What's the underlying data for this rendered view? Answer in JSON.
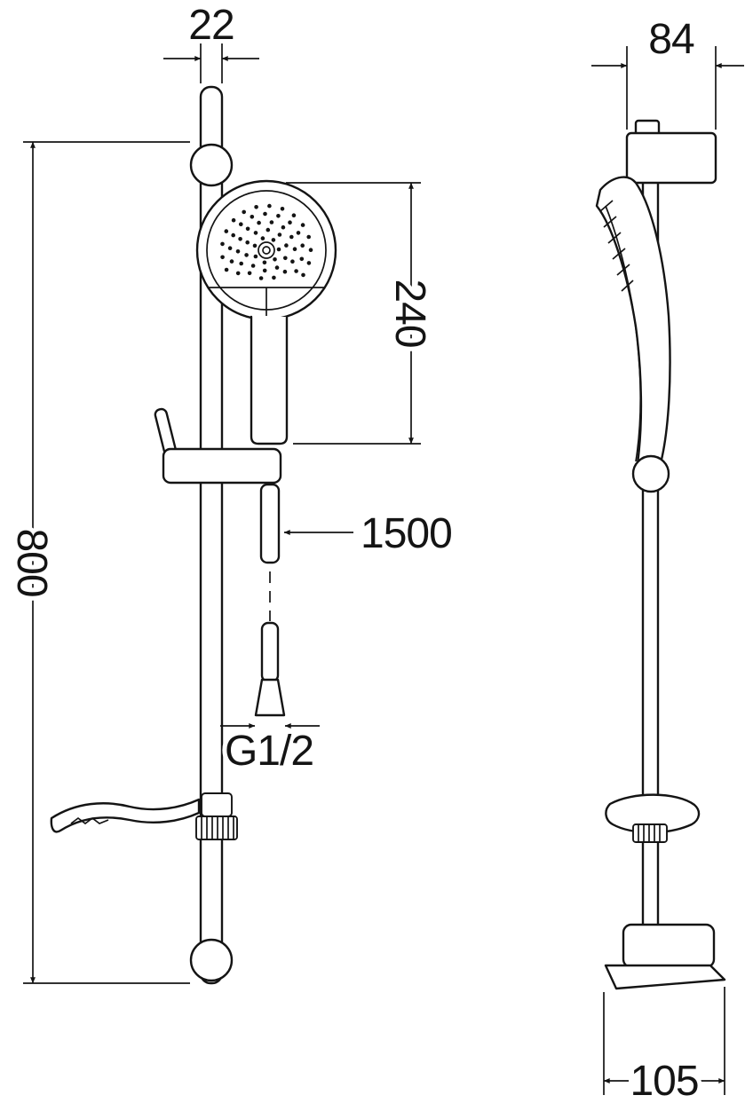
{
  "drawing": {
    "product": "shower-rail-set-technical-drawing",
    "line_color": "#141414",
    "background": "#ffffff",
    "dimensions": {
      "rail_diameter": "22",
      "head_span": "240",
      "bar_height": "800",
      "hose_length": "1500",
      "thread": "G1/2",
      "bracket_width": "84",
      "base_width": "105"
    }
  }
}
